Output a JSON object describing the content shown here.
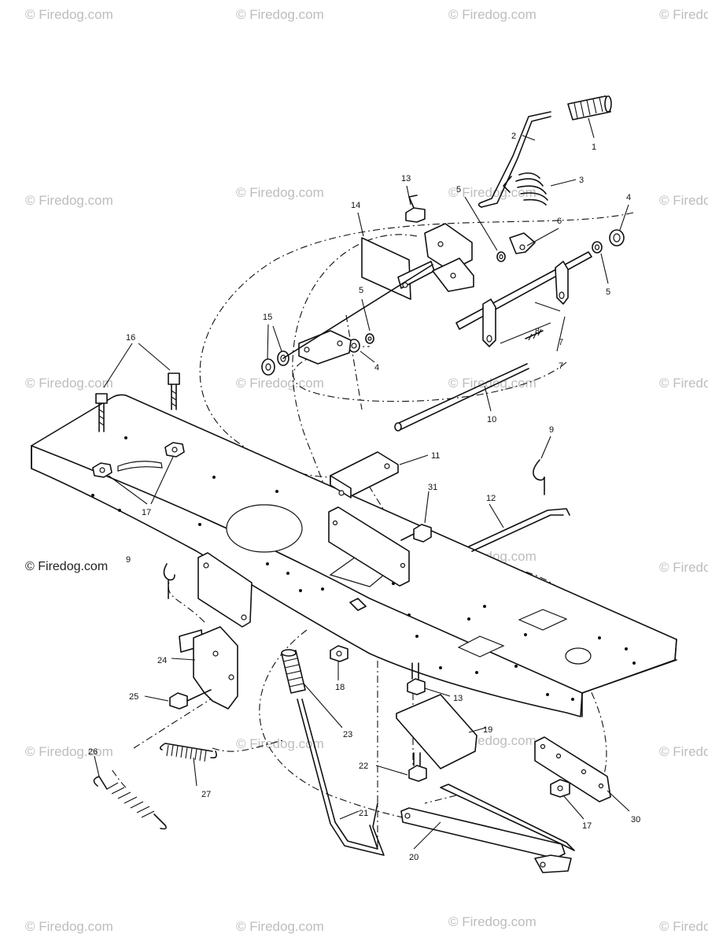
{
  "watermark": {
    "text": "© Firedog.com",
    "prominent_text": "© Firedog.com"
  },
  "callouts": [
    {
      "id": "c1",
      "text": "1"
    },
    {
      "id": "c2",
      "text": "2"
    },
    {
      "id": "c3",
      "text": "3"
    },
    {
      "id": "c4a",
      "text": "4"
    },
    {
      "id": "c4b",
      "text": "4"
    },
    {
      "id": "c5a",
      "text": "5"
    },
    {
      "id": "c5b",
      "text": "5"
    },
    {
      "id": "c5c",
      "text": "5"
    },
    {
      "id": "c6",
      "text": "6"
    },
    {
      "id": "c7a",
      "text": "7"
    },
    {
      "id": "c7b",
      "text": "7"
    },
    {
      "id": "c8",
      "text": "8"
    },
    {
      "id": "c9a",
      "text": "9"
    },
    {
      "id": "c9b",
      "text": "9"
    },
    {
      "id": "c10",
      "text": "10"
    },
    {
      "id": "c11",
      "text": "11"
    },
    {
      "id": "c12",
      "text": "12"
    },
    {
      "id": "c13a",
      "text": "13"
    },
    {
      "id": "c13b",
      "text": "13"
    },
    {
      "id": "c14",
      "text": "14"
    },
    {
      "id": "c15",
      "text": "15"
    },
    {
      "id": "c16",
      "text": "16"
    },
    {
      "id": "c17a",
      "text": "17"
    },
    {
      "id": "c17b",
      "text": "17"
    },
    {
      "id": "c18",
      "text": "18"
    },
    {
      "id": "c19",
      "text": "19"
    },
    {
      "id": "c20",
      "text": "20"
    },
    {
      "id": "c21",
      "text": "21"
    },
    {
      "id": "c22",
      "text": "22"
    },
    {
      "id": "c23",
      "text": "23"
    },
    {
      "id": "c24",
      "text": "24"
    },
    {
      "id": "c25",
      "text": "25"
    },
    {
      "id": "c26",
      "text": "26"
    },
    {
      "id": "c27",
      "text": "27"
    },
    {
      "id": "c30",
      "text": "30"
    },
    {
      "id": "c31",
      "text": "31"
    }
  ]
}
